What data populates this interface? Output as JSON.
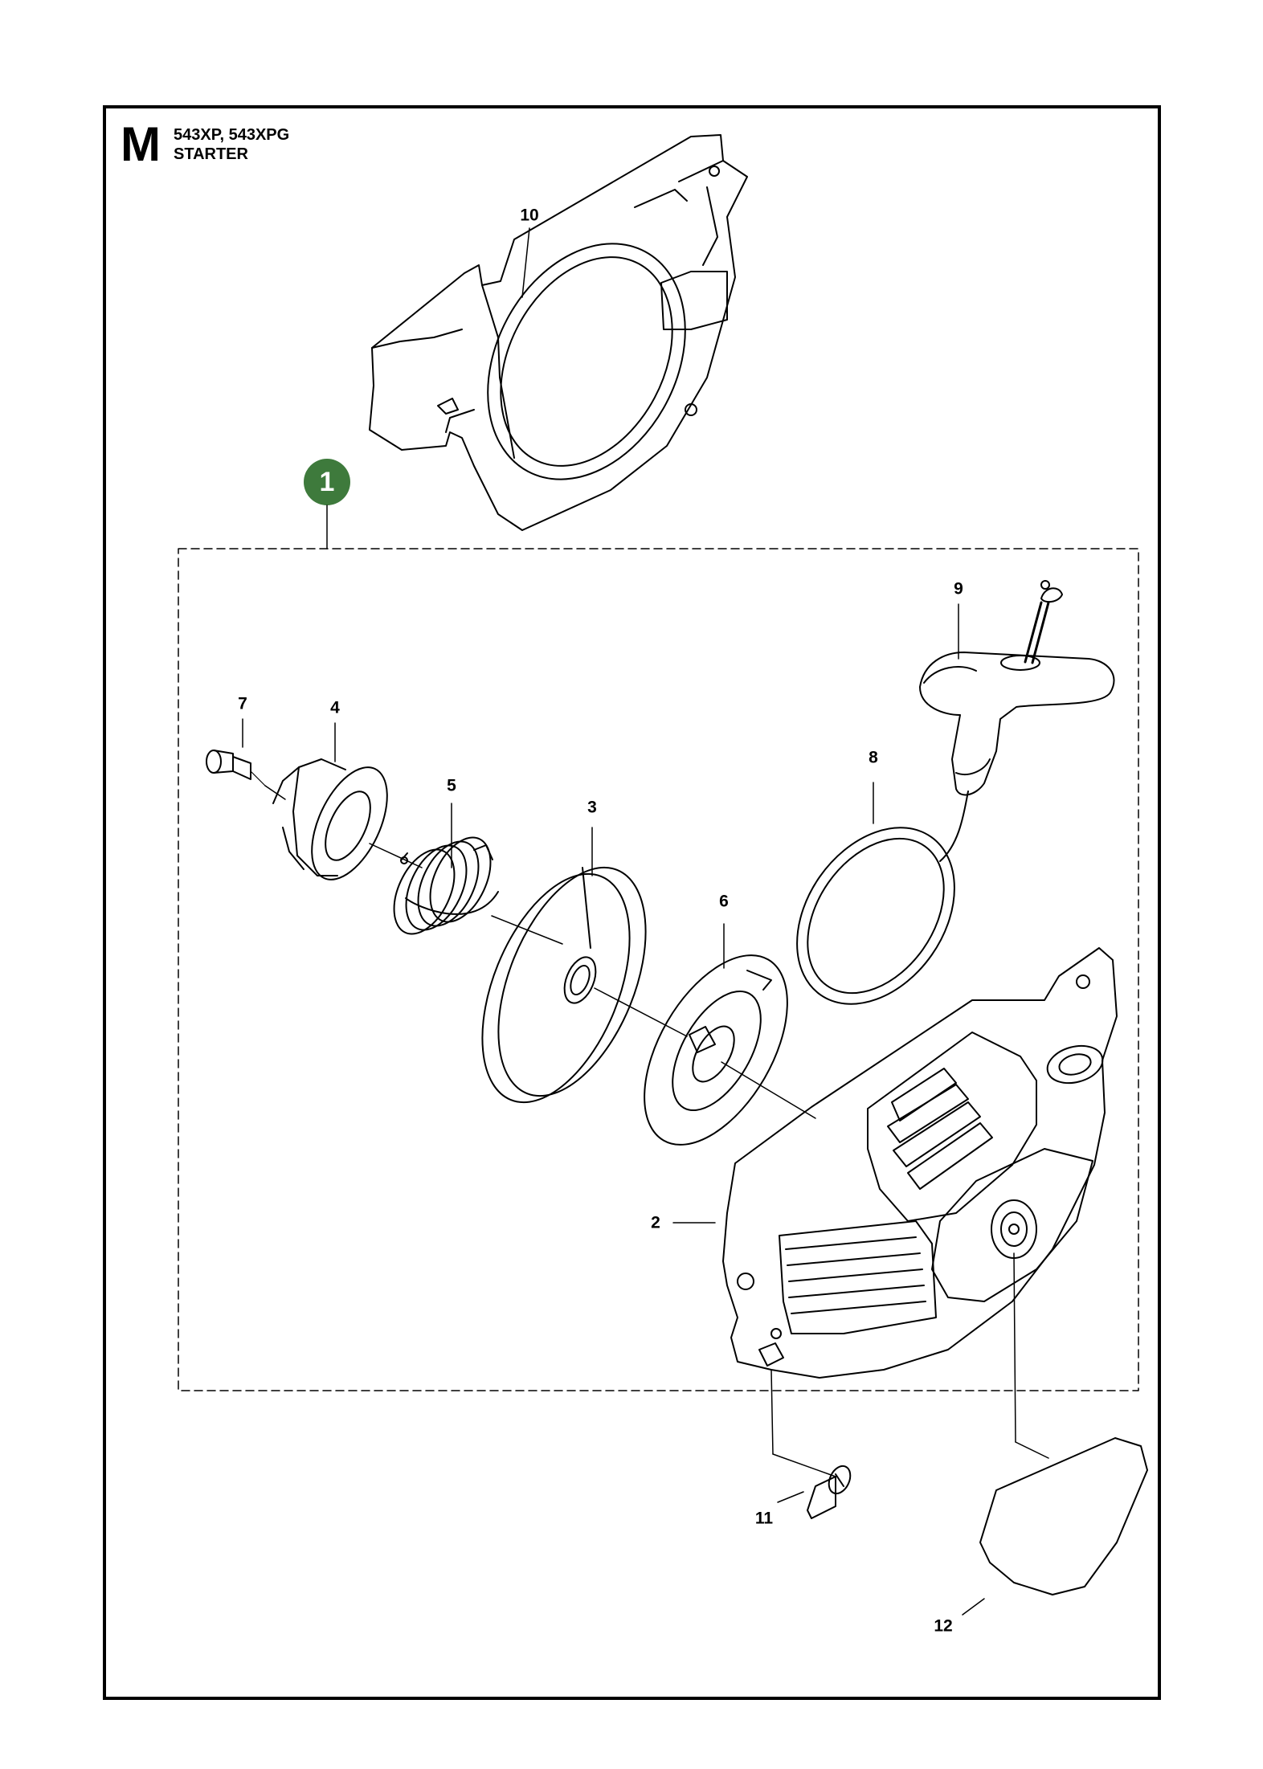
{
  "header": {
    "section_letter": "M",
    "models": "543XP, 543XPG",
    "title": "STARTER"
  },
  "group_marker": "1",
  "callouts": {
    "p2": "2",
    "p3": "3",
    "p4": "4",
    "p5": "5",
    "p6": "6",
    "p7": "7",
    "p8": "8",
    "p9": "9",
    "p10": "10",
    "p11": "11",
    "p12": "12"
  },
  "colors": {
    "line": "#000000",
    "badge": "#3e7a3c",
    "badge_text": "#ffffff"
  }
}
